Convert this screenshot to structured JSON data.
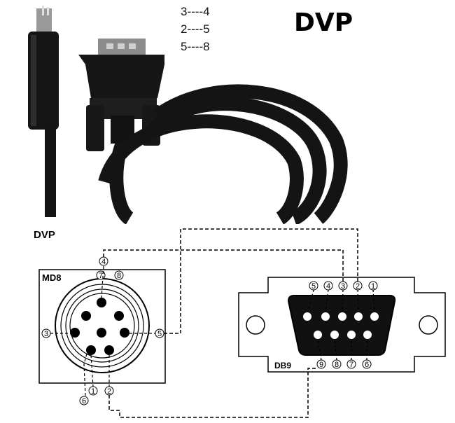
{
  "header": {
    "brand": "DVP",
    "pin_map": [
      "3----4",
      "2----5",
      "5----8"
    ]
  },
  "diagram": {
    "title": "DVP",
    "left_connector": "MD8",
    "right_connector": "DB9",
    "md8_pin_labels": [
      "4",
      "7",
      "8",
      "3",
      "5",
      "1",
      "6",
      "2"
    ],
    "db9_top_labels": [
      "5",
      "4",
      "3",
      "2",
      "1"
    ],
    "db9_bottom_labels": [
      "9",
      "8",
      "7",
      "6"
    ]
  },
  "colors": {
    "cable": "#111111",
    "line": "#000000"
  }
}
